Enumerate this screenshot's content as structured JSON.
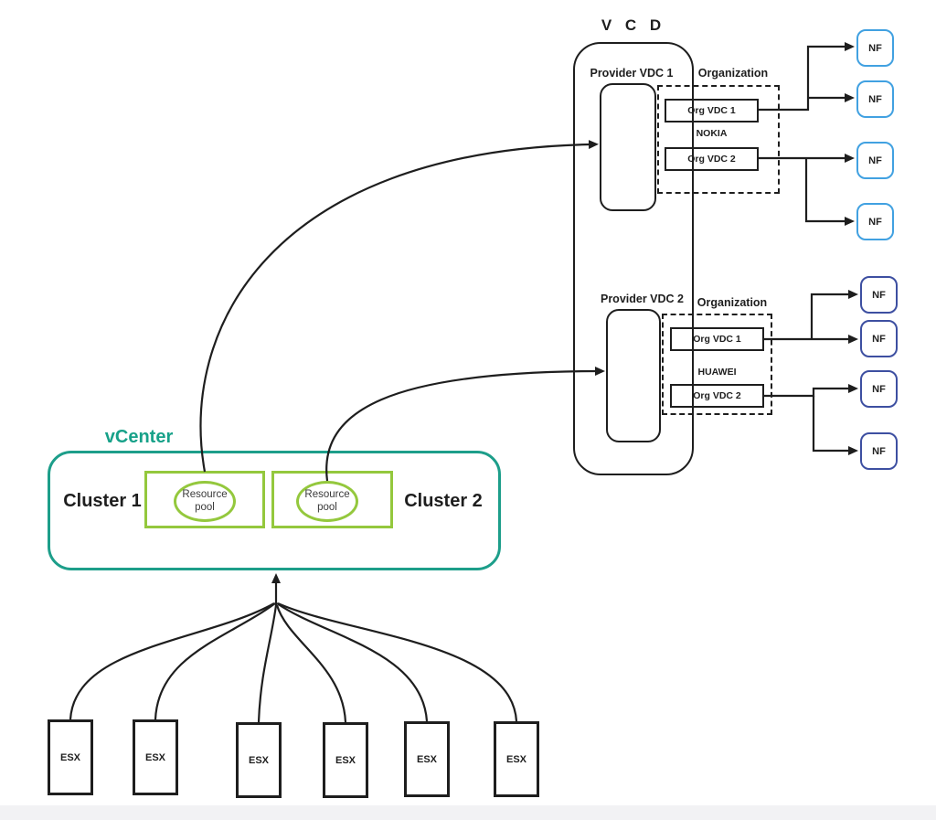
{
  "vcd": {
    "title": "V C D",
    "provider_vdcs": [
      {
        "label": "Provider VDC 1"
      },
      {
        "label": "Provider VDC 2"
      }
    ]
  },
  "organizations": [
    {
      "header": "Organization",
      "tenant": "NOKIA",
      "org_vdcs": [
        {
          "label": "Org VDC 1"
        },
        {
          "label": "Org VDC 2"
        }
      ]
    },
    {
      "header": "Organization",
      "tenant": "HUAWEI",
      "org_vdcs": [
        {
          "label": "Org VDC 1"
        },
        {
          "label": "Org VDC 2"
        }
      ]
    }
  ],
  "nf": {
    "top": [
      {
        "label": "NF"
      },
      {
        "label": "NF"
      },
      {
        "label": "NF"
      },
      {
        "label": "NF"
      }
    ],
    "bottom": [
      {
        "label": "NF"
      },
      {
        "label": "NF"
      },
      {
        "label": "NF"
      },
      {
        "label": "NF"
      }
    ]
  },
  "vcenter": {
    "title": "vCenter",
    "clusters": [
      {
        "label": "Cluster 1",
        "resource_pool": "Resource pool"
      },
      {
        "label": "Cluster 2",
        "resource_pool": "Resource pool"
      }
    ]
  },
  "esx": {
    "hosts": [
      {
        "label": "ESX"
      },
      {
        "label": "ESX"
      },
      {
        "label": "ESX"
      },
      {
        "label": "ESX"
      },
      {
        "label": "ESX"
      },
      {
        "label": "ESX"
      }
    ]
  },
  "colors": {
    "teal": "#17a189",
    "green": "#94c83d",
    "nf_top_border": "#41a1e1",
    "nf_bottom_border": "#3d4fa1",
    "line": "#1e1e1e"
  }
}
